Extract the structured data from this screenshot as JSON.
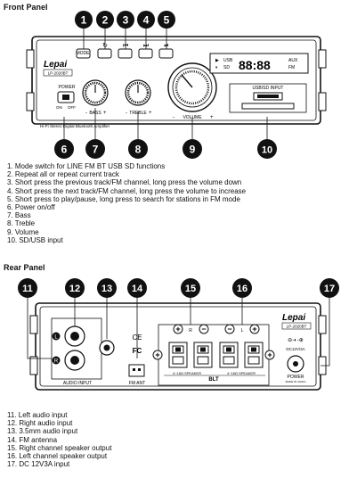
{
  "front_panel": {
    "title": "Front Panel",
    "callouts": [
      "1",
      "2",
      "3",
      "4",
      "5",
      "6",
      "7",
      "8",
      "9",
      "10"
    ],
    "labels": {
      "mode": "MODE",
      "power": "POWER",
      "on": "ON",
      "off": "OFF",
      "bass": "BASS",
      "treble": "TREBLE",
      "volume": "VOLUME",
      "usb_sd_input": "USB/SD INPUT",
      "brand": "Lepai",
      "model": "LP-2020BT",
      "tagline": "Hi-Fi Stereo Digital Bluetooth Amplifier",
      "display_digits": "88:88",
      "usb": "USB",
      "sd": "SD",
      "aux": "AUX",
      "fm": "FM",
      "minus": "-",
      "plus": "+"
    },
    "descriptions": [
      "1.  Mode switch for LINE FM BT USB SD functions",
      "2.  Repeat all or repeat current track",
      "3.  Short press the previous track/FM channel, long press the volume down",
      "4.  Short press the next track/FM channel, long press the volume to increase",
      "5.  Short press to play/pause, long press to search for stations in FM mode",
      "6.  Power on/off",
      "7.  Bass",
      "8.  Treble",
      "9.  Volume",
      "10. SD/USB input"
    ]
  },
  "rear_panel": {
    "title": "Rear Panel",
    "callouts": [
      "11",
      "12",
      "13",
      "14",
      "15",
      "16",
      "17"
    ],
    "labels": {
      "audio_input": "AUDIO INPUT",
      "fm_ant": "FM ANT",
      "brand": "Lepai",
      "model": "LP-2020BT",
      "r": "R",
      "l": "L",
      "blt": "BLT",
      "speaker_left": "4~16Ω SPEAKER",
      "speaker_right": "4~16Ω SPEAKER",
      "dc": "DC12V/3A",
      "power": "POWER",
      "made_in": "MADE IN CHINA",
      "ce": "CE",
      "fc": "FC",
      "jack_l": "L",
      "jack_r": "R"
    },
    "descriptions": [
      "11.  Left audio input",
      "12.  Right audio input",
      "13.  3.5mm audio input",
      "14.  FM antenna",
      "15.  Right channel speaker output",
      "16.  Left channel speaker output",
      "17.  DC 12V3A input"
    ]
  }
}
